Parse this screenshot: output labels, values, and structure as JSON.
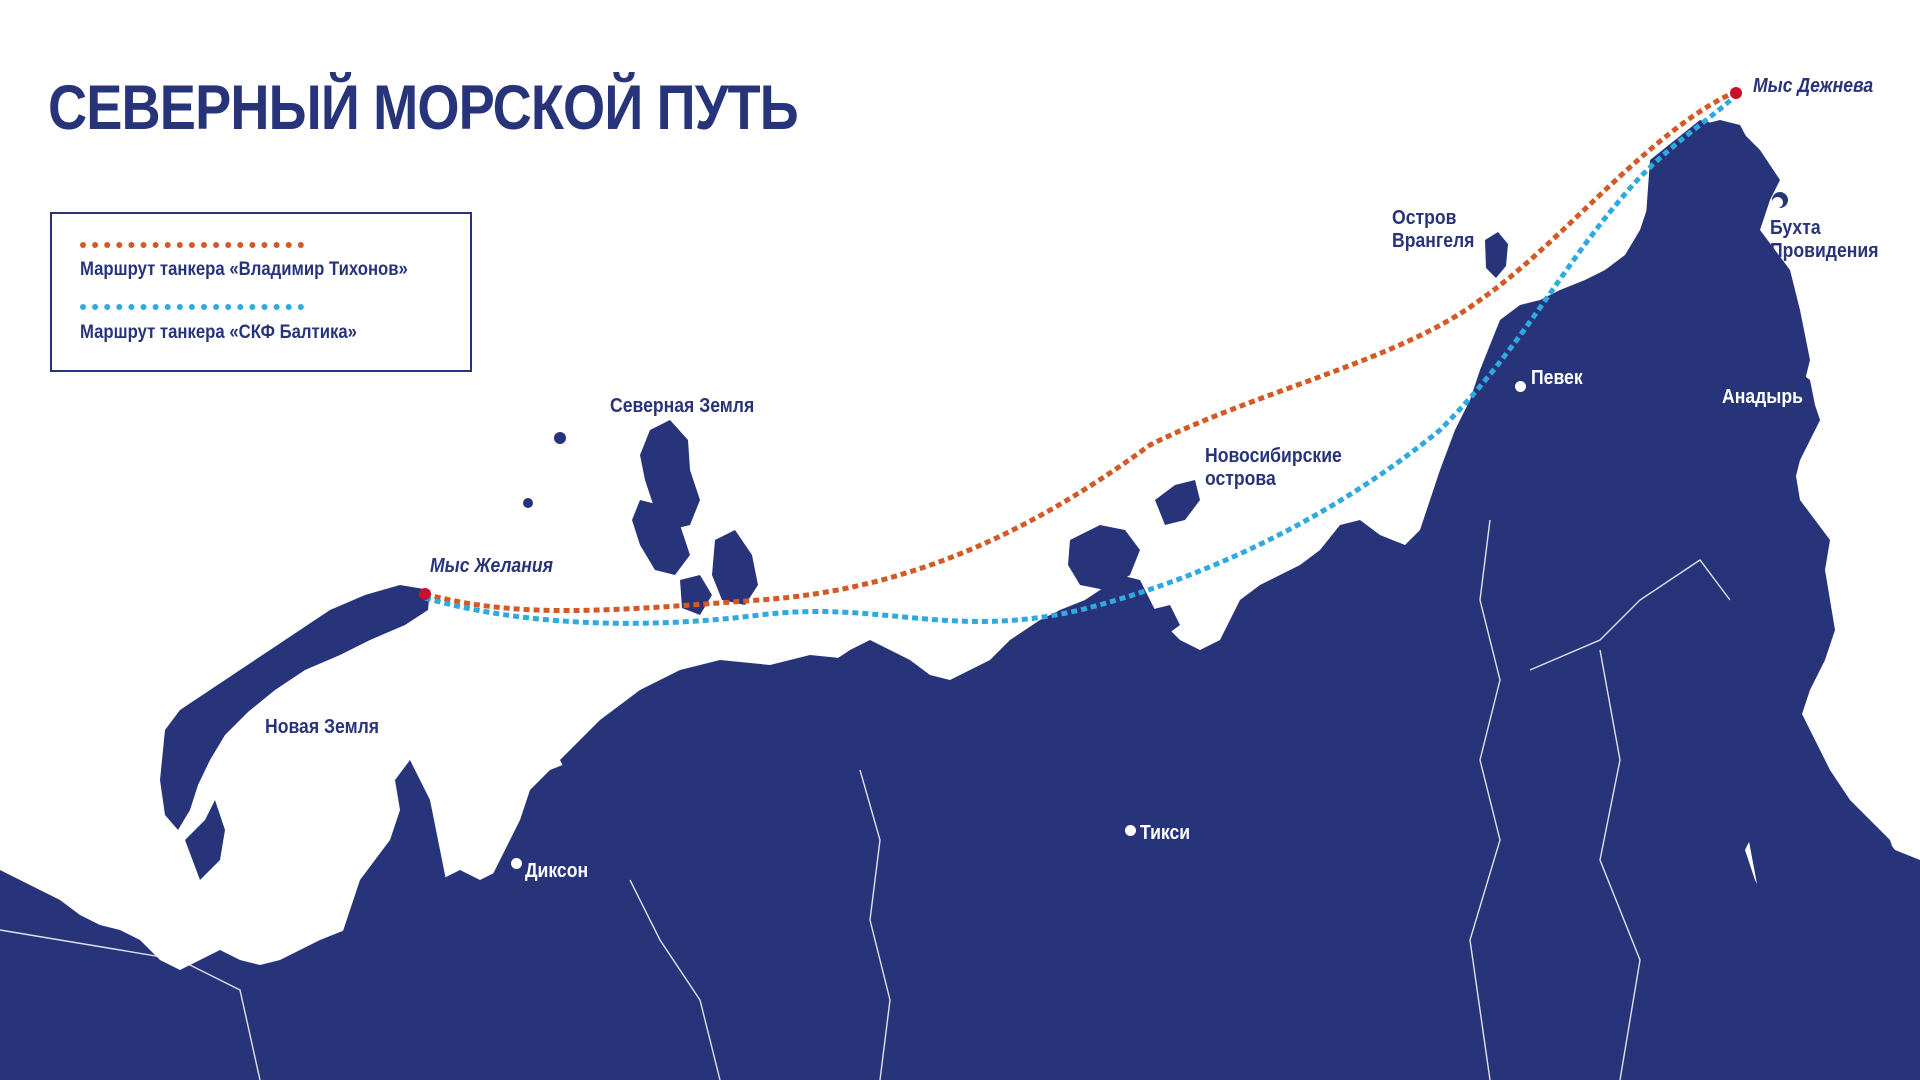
{
  "title": "СЕВЕРНЫЙ МОРСКОЙ ПУТЬ",
  "colors": {
    "land": "#283479",
    "route_vladimir": "#d35a26",
    "route_skf": "#2fa9de",
    "cape_marker": "#c8102e"
  },
  "legend": {
    "route_vladimir_label": "Маршрут танкера «Владимир Тихонов»",
    "route_skf_label": "Маршрут танкера «СКФ Балтика»"
  },
  "labels": {
    "novaya_zemlya": "Новая Земля",
    "severnaya_zemlya": "Северная Земля",
    "novosibirskie": "Новосибирские\nострова",
    "wrangel": "Остров\nВрангеля",
    "pevek": "Певек",
    "anadyr": "Анадырь",
    "providenia": "Бухта\nПровидения",
    "dikson": "Диксон",
    "tiksi": "Тикси",
    "cape_zhelaniya": "Мыс Желания",
    "cape_dezhneva": "Мыс Дежнева"
  }
}
